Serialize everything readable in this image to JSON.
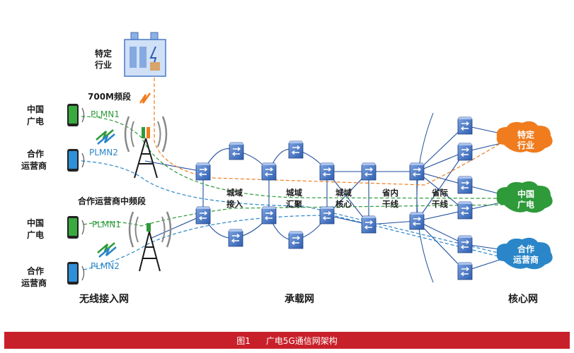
{
  "title_labels": {
    "industry": [
      "特定",
      "行业"
    ],
    "band_700m": "700M频段",
    "partner_mid_band": "合作运营商中频段"
  },
  "terminals": {
    "top": [
      {
        "label": [
          "中国",
          "广电"
        ],
        "network": "PLMN1",
        "color": "#2e9a3a"
      },
      {
        "label": [
          "合作",
          "运营商"
        ],
        "network": "PLMN2",
        "color": "#2a86c8"
      }
    ],
    "bottom": [
      {
        "label": [
          "中国",
          "广电"
        ],
        "network": "PLMN1",
        "color": "#2e9a3a"
      },
      {
        "label": [
          "合作",
          "运营商"
        ],
        "network": "PLMN2",
        "color": "#2a86c8"
      }
    ]
  },
  "segments": [
    [
      "城域",
      "接入"
    ],
    [
      "城域",
      "汇聚"
    ],
    [
      "城域",
      "核心"
    ],
    [
      "省内",
      "干线"
    ],
    [
      "省际",
      "干线"
    ]
  ],
  "clouds": [
    {
      "label": [
        "特定",
        "行业"
      ],
      "color": "#f07c1e"
    },
    {
      "label": [
        "中国",
        "广电"
      ],
      "color": "#2e9a3a"
    },
    {
      "label": [
        "合作",
        "运营商"
      ],
      "color": "#2a86c8"
    }
  ],
  "sections": {
    "wireless": "无线接入网",
    "bearer": "承载网",
    "core": "核心网"
  },
  "caption": {
    "figure_no": "图1",
    "text": "广电5G通信网架构"
  },
  "colors": {
    "router_fill": "#3a6fc4",
    "link": "#1f4e9c",
    "orange_dash": "#f07c1e",
    "green_dash": "#2e9a3a",
    "blue_dash": "#2a86c8",
    "caption_bg": "#c8202a"
  }
}
